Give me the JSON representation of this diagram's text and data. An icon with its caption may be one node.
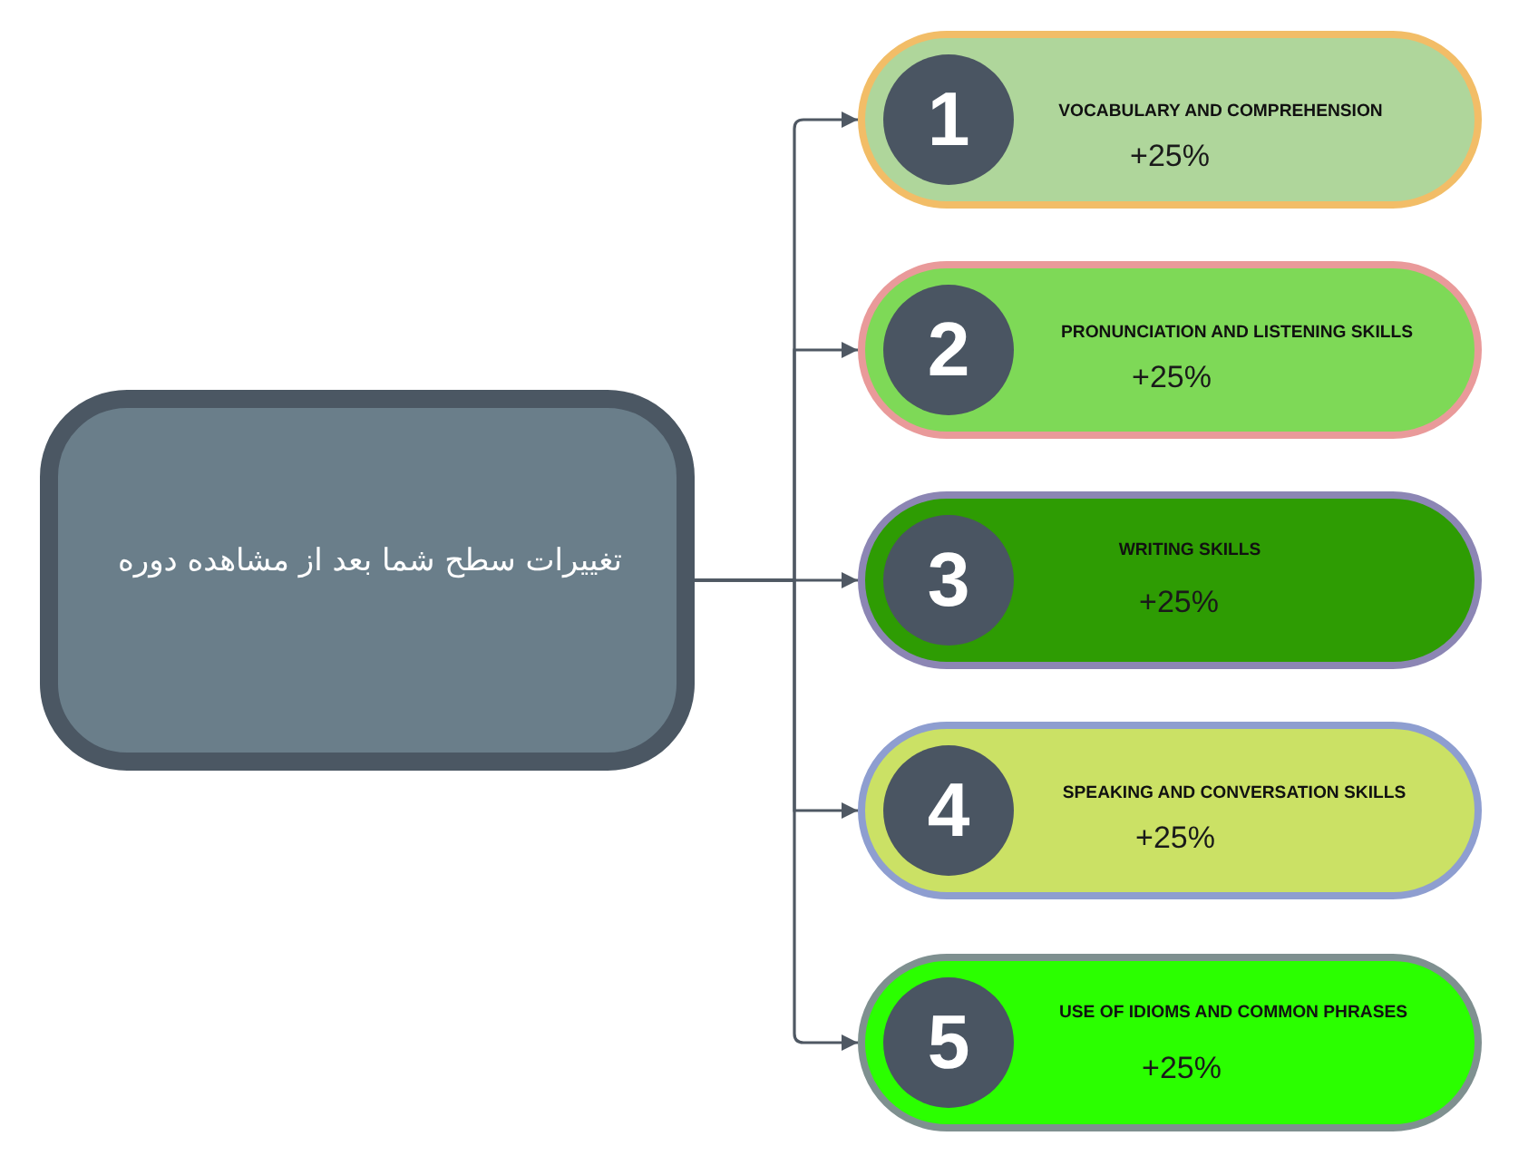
{
  "diagram": {
    "nodes": [
      {
        "text": [
          "تغییرات سطح شما بعد از مشاهده دوره"
        ]
      },
      {
        "text": [
          "VOCABULARY AND COMPREHENSION",
          "+25%"
        ]
      },
      {
        "text": [
          "1"
        ],
        "in": 1
      },
      {
        "text": [
          "PRONUNCIATION AND LISTENING SKILLS",
          "+25%"
        ]
      },
      {
        "text": [
          "2"
        ],
        "in": 3
      },
      {
        "text": [
          "WRITING SKILLS",
          "+25%"
        ]
      },
      {
        "text": [
          "3"
        ],
        "in": 5
      },
      {
        "text": [
          "SPEAKING AND CONVERSATION SKILLS",
          "+25%"
        ]
      },
      {
        "text": [
          "4"
        ],
        "in": 7
      },
      {
        "text": [
          "USE OF IDIOMS AND COMMON PHRASES",
          "+25%"
        ]
      },
      {
        "text": [
          "5"
        ],
        "in": 9
      }
    ],
    "edges": [
      {
        "from": 0,
        "to": 1,
        "arrow": "to"
      },
      {
        "from": 0,
        "to": 3,
        "arrow": "to"
      },
      {
        "from": 0,
        "to": 5,
        "arrow": "to"
      },
      {
        "from": 0,
        "to": 7,
        "arrow": "to"
      },
      {
        "from": 0,
        "to": 9,
        "arrow": "to"
      }
    ]
  }
}
